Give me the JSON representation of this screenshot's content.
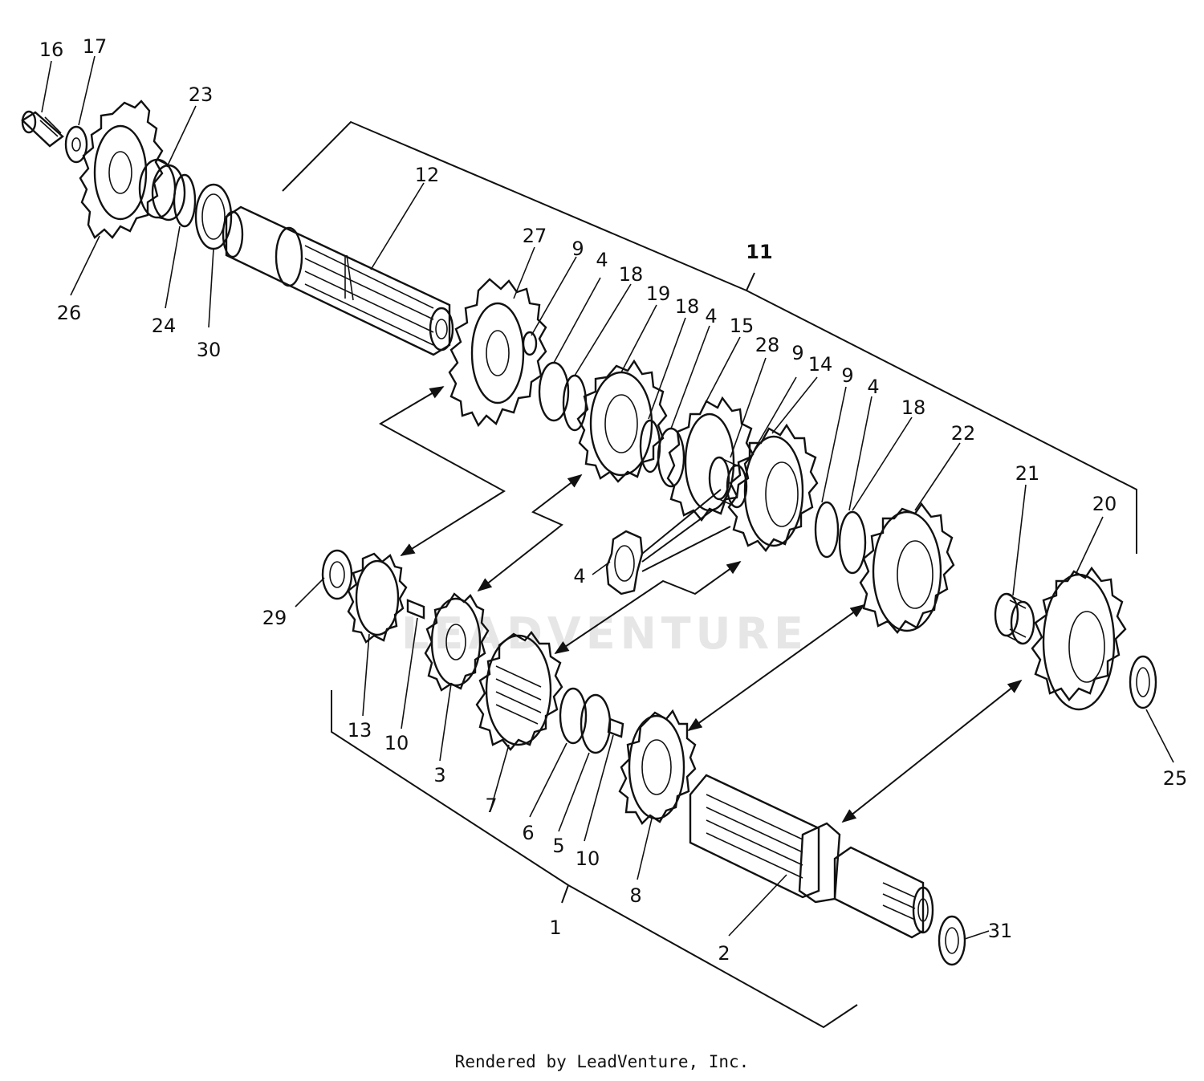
{
  "diagram": {
    "watermark": "LEADVENTURE",
    "credit": "Rendered by LeadVenture, Inc.",
    "labels": {
      "l16": "16",
      "l17": "17",
      "l23": "23",
      "l26": "26",
      "l24": "24",
      "l30": "30",
      "l12": "12",
      "l11": "11",
      "l27": "27",
      "l9a": "9",
      "l4a": "4",
      "l18a": "18",
      "l19": "19",
      "l18b": "18",
      "l4b": "4",
      "l15": "15",
      "l28": "28",
      "l9b": "9",
      "l14": "14",
      "l9c": "9",
      "l4c": "4",
      "l18c": "18",
      "l22": "22",
      "l21": "21",
      "l20": "20",
      "l25": "25",
      "l29": "29",
      "l13": "13",
      "l10a": "10",
      "l3": "3",
      "l4d": "4",
      "l7": "7",
      "l6": "6",
      "l5": "5",
      "l10b": "10",
      "l8": "8",
      "l1": "1",
      "l2": "2",
      "l31": "31"
    }
  }
}
